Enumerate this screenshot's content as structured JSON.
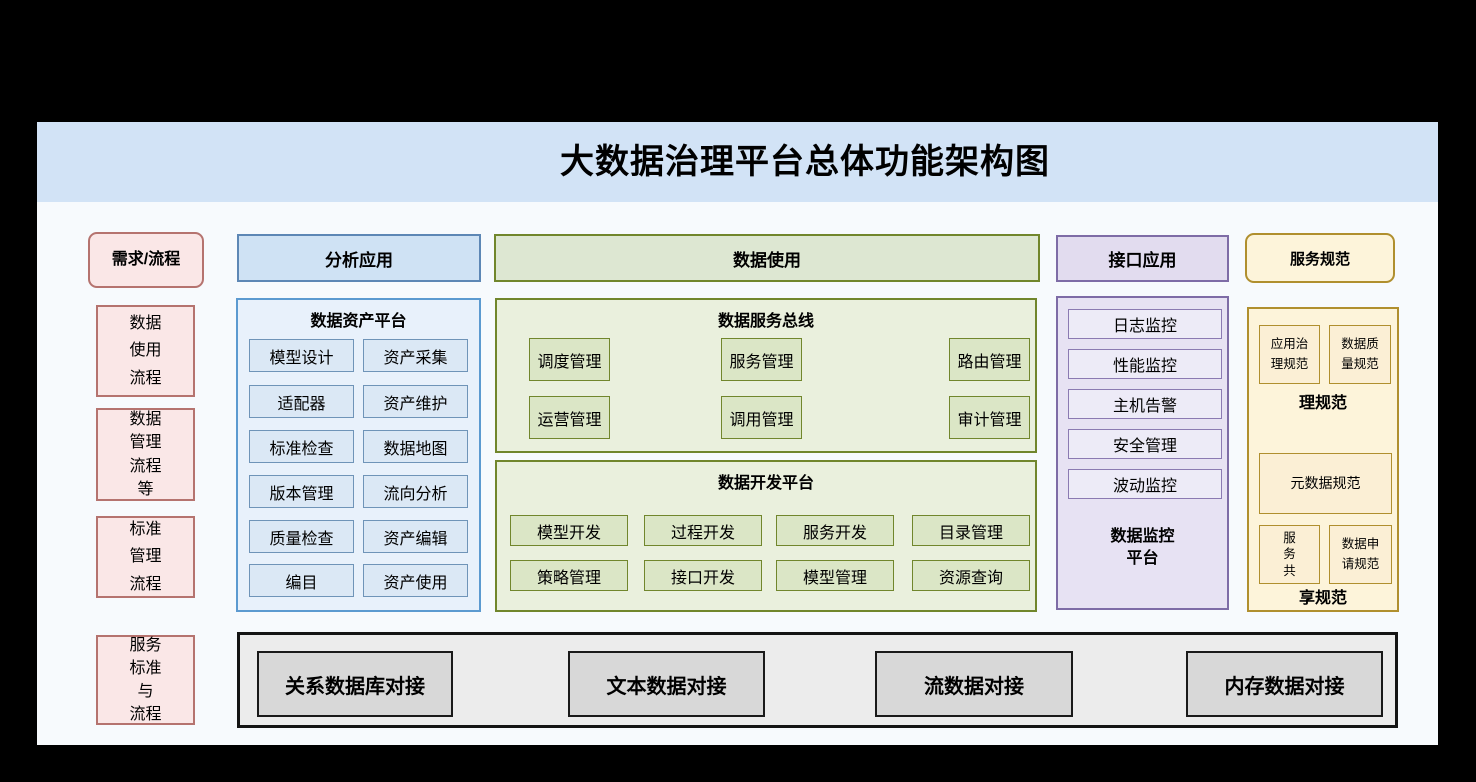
{
  "page": {
    "title": "大数据治理平台总体功能架构图"
  },
  "colors": {
    "banner_bg": "#d2e3f6",
    "canvas_bg": "#f7fafd",
    "pink_fill": "#fae7e7",
    "pink_border": "#b5736f",
    "blue_fill": "#cfe2f4",
    "blue_border": "#5c9ad0",
    "green_fill": "#dde7d2",
    "green_border": "#71862c",
    "purple_fill": "#e2dcef",
    "purple_border": "#7e6ca6",
    "yellow_fill": "#fdf4da",
    "yellow_border": "#b08f2e",
    "gray_fill": "#d8d8d8",
    "gray_border": "#141414"
  },
  "requirements": {
    "header": "需求/流程",
    "items": [
      "数据\n使用\n流程",
      "数据\n管理\n流程\n等",
      "标准\n管理\n流程",
      "服务\n标准\n与\n流程"
    ]
  },
  "analysis": {
    "header": "分析应用",
    "asset_platform": {
      "title": "数据资产平台",
      "items": [
        "模型设计",
        "资产采集",
        "适配器",
        "资产维护",
        "标准检查",
        "数据地图",
        "版本管理",
        "流向分析",
        "质量检查",
        "资产编辑",
        "编目",
        "资产使用"
      ]
    }
  },
  "data_usage": {
    "header": "数据使用",
    "service_bus": {
      "title": "数据服务总线",
      "items": [
        "调度管理",
        "服务管理",
        "路由管理",
        "运营管理",
        "调用管理",
        "审计管理"
      ]
    },
    "dev_platform": {
      "title": "数据开发平台",
      "items": [
        "模型开发",
        "过程开发",
        "服务开发",
        "目录管理",
        "策略管理",
        "接口开发",
        "模型管理",
        "资源查询"
      ]
    }
  },
  "interface_app": {
    "header": "接口应用",
    "monitor": {
      "items": [
        "日志监控",
        "性能监控",
        "主机告警",
        "安全管理",
        "波动监控"
      ],
      "caption": "数据监控\n平台"
    }
  },
  "service_spec": {
    "header": "服务规范",
    "governance_boxes": [
      "应用治\n理规范",
      "数据质\n量规范"
    ],
    "governance_caption": "理规范",
    "metadata_box": "元数据规范",
    "sharing_boxes": [
      "服\n务\n共",
      "数据申\n请规范"
    ],
    "sharing_caption": "享规范"
  },
  "integration": {
    "items": [
      "关系数据库对接",
      "文本数据对接",
      "流数据对接",
      "内存数据对接"
    ]
  }
}
